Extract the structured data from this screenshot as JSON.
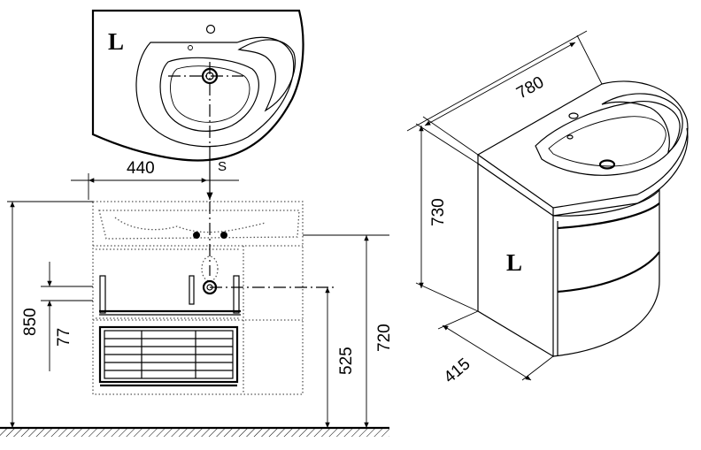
{
  "top_view": {
    "side_label": "L",
    "offset_dim": "440",
    "drain_marker": "S"
  },
  "front_view": {
    "overall_height": "850",
    "gap_dim": "77",
    "drain_height": "525",
    "basin_height": "720"
  },
  "iso_view": {
    "side_label": "L",
    "width_dim": "780",
    "height_dim": "730",
    "depth_dim": "415"
  }
}
